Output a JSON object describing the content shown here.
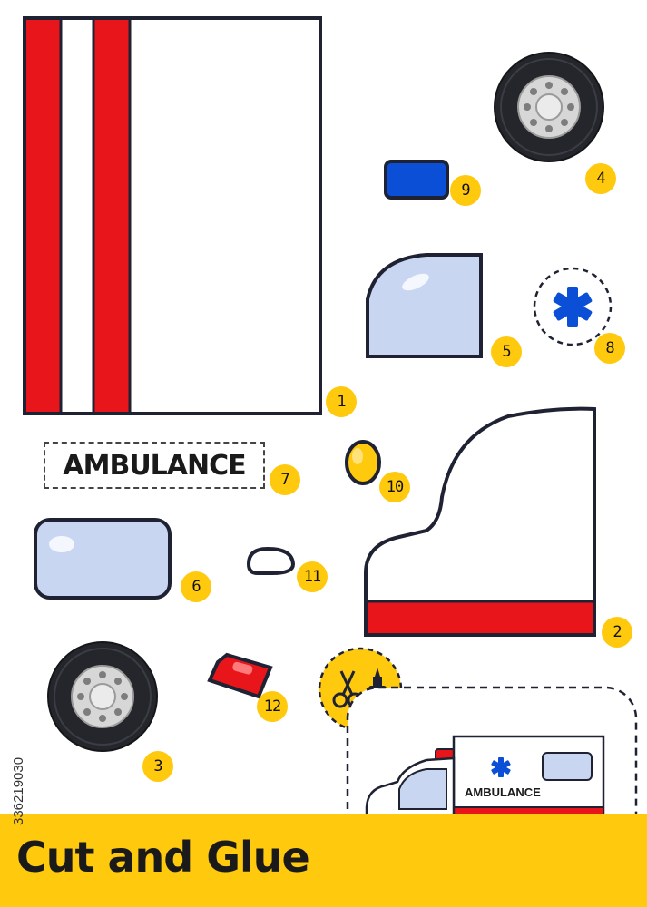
{
  "sheet": {
    "title": "Cut and Glue",
    "label_piece_text": "AMBULANCE",
    "finished_label_text": "AMBULANCE",
    "watermark_id": "336219030",
    "piece_numbers": {
      "body_panel": "1",
      "cab_body": "2",
      "wheel_left": "3",
      "wheel_right": "4",
      "front_window": "5",
      "side_window": "6",
      "label_piece": "7",
      "star_of_life": "8",
      "blue_light": "9",
      "headlight": "10",
      "door_handle": "11",
      "red_light": "12"
    },
    "icons": {
      "tools": "scissors-and-glue-icon",
      "emblem": "star-of-life-icon"
    },
    "colors": {
      "red": "#e8161b",
      "yellow": "#ffc90e",
      "blue": "#0a4fd6",
      "glass": "#c8d6f2",
      "outline": "#1f2233"
    }
  }
}
